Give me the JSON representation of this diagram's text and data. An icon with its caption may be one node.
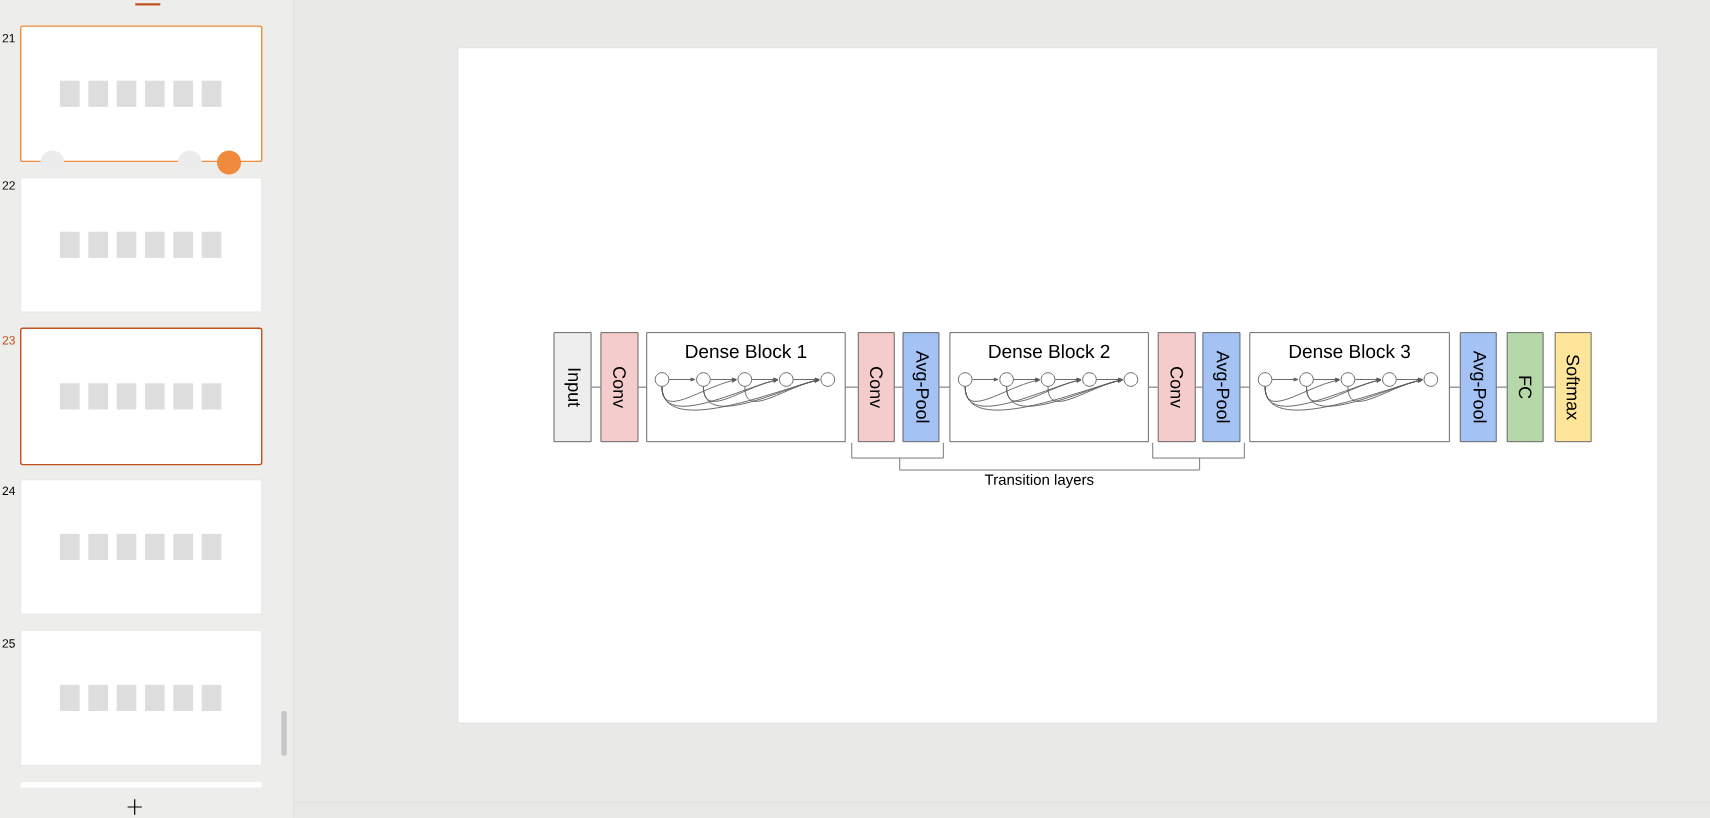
{
  "diagram": {
    "nodes": [
      {
        "text": [
          "Input"
        ]
      },
      {
        "text": [
          "Conv"
        ]
      },
      {
        "text": [
          "Dense Block 1"
        ]
      },
      {
        "text": [],
        "shape": "circle",
        "in": 2
      },
      {
        "text": [],
        "shape": "circle",
        "in": 2
      },
      {
        "text": [],
        "shape": "circle",
        "in": 2
      },
      {
        "text": [],
        "shape": "circle",
        "in": 2
      },
      {
        "text": [],
        "shape": "circle",
        "in": 2
      },
      {
        "text": [
          "Conv"
        ]
      },
      {
        "text": [
          "Avg-Pool"
        ]
      },
      {
        "text": [
          "Dense Block 2"
        ]
      },
      {
        "text": [],
        "shape": "circle",
        "in": 10
      },
      {
        "text": [],
        "shape": "circle",
        "in": 10
      },
      {
        "text": [],
        "shape": "circle",
        "in": 10
      },
      {
        "text": [],
        "shape": "circle",
        "in": 10
      },
      {
        "text": [],
        "shape": "circle",
        "in": 10
      },
      {
        "text": [
          "Conv"
        ]
      },
      {
        "text": [
          "Avg-Pool"
        ]
      },
      {
        "text": [
          "Dense Block 3"
        ]
      },
      {
        "text": [],
        "shape": "circle",
        "in": 18
      },
      {
        "text": [],
        "shape": "circle",
        "in": 18
      },
      {
        "text": [],
        "shape": "circle",
        "in": 18
      },
      {
        "text": [],
        "shape": "circle",
        "in": 18
      },
      {
        "text": [],
        "shape": "circle",
        "in": 18
      },
      {
        "text": [
          "Avg-Pool"
        ]
      },
      {
        "text": [
          "FC"
        ]
      },
      {
        "text": [
          "Softmax"
        ]
      }
    ],
    "edges": [
      {
        "from": 0,
        "to": 1,
        "arrow": "none"
      },
      {
        "from": 1,
        "to": 2,
        "arrow": "none"
      },
      {
        "from": 2,
        "to": 8,
        "arrow": "none"
      },
      {
        "from": 8,
        "to": 9,
        "arrow": "none"
      },
      {
        "from": 9,
        "to": 10,
        "arrow": "none"
      },
      {
        "from": 10,
        "to": 16,
        "arrow": "none"
      },
      {
        "from": 16,
        "to": 17,
        "arrow": "none"
      },
      {
        "from": 17,
        "to": 18,
        "arrow": "none"
      },
      {
        "from": 18,
        "to": 24,
        "arrow": "none"
      },
      {
        "from": 24,
        "to": 25,
        "arrow": "none"
      },
      {
        "from": 25,
        "to": 26,
        "arrow": "none"
      },
      {
        "from": 3,
        "to": 4,
        "arrow": "to"
      },
      {
        "from": 4,
        "to": 5,
        "arrow": "to"
      },
      {
        "from": 5,
        "to": 6,
        "arrow": "to"
      },
      {
        "from": 6,
        "to": 7,
        "arrow": "to"
      },
      {
        "from": 3,
        "to": 5,
        "arrow": "to"
      },
      {
        "from": 3,
        "to": 6,
        "arrow": "to"
      },
      {
        "from": 3,
        "to": 7,
        "arrow": "to"
      },
      {
        "from": 4,
        "to": 6,
        "arrow": "to"
      },
      {
        "from": 4,
        "to": 7,
        "arrow": "to"
      },
      {
        "from": 5,
        "to": 7,
        "arrow": "to"
      },
      {
        "from": 11,
        "to": 12,
        "arrow": "to"
      },
      {
        "from": 12,
        "to": 13,
        "arrow": "to"
      },
      {
        "from": 13,
        "to": 14,
        "arrow": "to"
      },
      {
        "from": 14,
        "to": 15,
        "arrow": "to"
      },
      {
        "from": 11,
        "to": 13,
        "arrow": "to"
      },
      {
        "from": 11,
        "to": 14,
        "arrow": "to"
      },
      {
        "from": 11,
        "to": 15,
        "arrow": "to"
      },
      {
        "from": 12,
        "to": 14,
        "arrow": "to"
      },
      {
        "from": 12,
        "to": 15,
        "arrow": "to"
      },
      {
        "from": 13,
        "to": 15,
        "arrow": "to"
      },
      {
        "from": 19,
        "to": 20,
        "arrow": "to"
      },
      {
        "from": 20,
        "to": 21,
        "arrow": "to"
      },
      {
        "from": 21,
        "to": 22,
        "arrow": "to"
      },
      {
        "from": 22,
        "to": 23,
        "arrow": "to"
      },
      {
        "from": 19,
        "to": 21,
        "arrow": "to"
      },
      {
        "from": 19,
        "to": 22,
        "arrow": "to"
      },
      {
        "from": 19,
        "to": 23,
        "arrow": "to"
      },
      {
        "from": 20,
        "to": 22,
        "arrow": "to"
      },
      {
        "from": 20,
        "to": 23,
        "arrow": "to"
      },
      {
        "from": 21,
        "to": 23,
        "arrow": "to"
      }
    ],
    "labels": [
      "21",
      "22",
      "23",
      "24",
      "25",
      "Transition layers"
    ]
  }
}
